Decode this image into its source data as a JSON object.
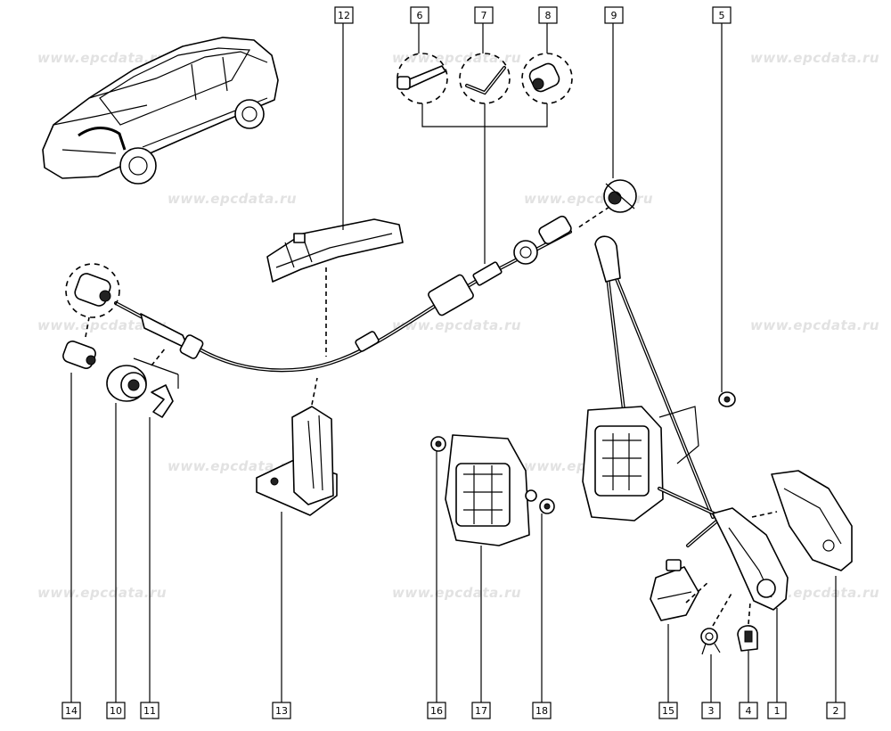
{
  "watermark": {
    "text": "www.epcdata.ru"
  },
  "callouts": [
    {
      "id": "c12",
      "label": "12"
    },
    {
      "id": "c6",
      "label": "6"
    },
    {
      "id": "c7",
      "label": "7"
    },
    {
      "id": "c8",
      "label": "8"
    },
    {
      "id": "c9",
      "label": "9"
    },
    {
      "id": "c5",
      "label": "5"
    },
    {
      "id": "c14",
      "label": "14"
    },
    {
      "id": "c10",
      "label": "10"
    },
    {
      "id": "c11",
      "label": "11"
    },
    {
      "id": "c13",
      "label": "13"
    },
    {
      "id": "c16",
      "label": "16"
    },
    {
      "id": "c17",
      "label": "17"
    },
    {
      "id": "c18",
      "label": "18"
    },
    {
      "id": "c15",
      "label": "15"
    },
    {
      "id": "c3",
      "label": "3"
    },
    {
      "id": "c4",
      "label": "4"
    },
    {
      "id": "c1",
      "label": "1"
    },
    {
      "id": "c2",
      "label": "2"
    }
  ]
}
